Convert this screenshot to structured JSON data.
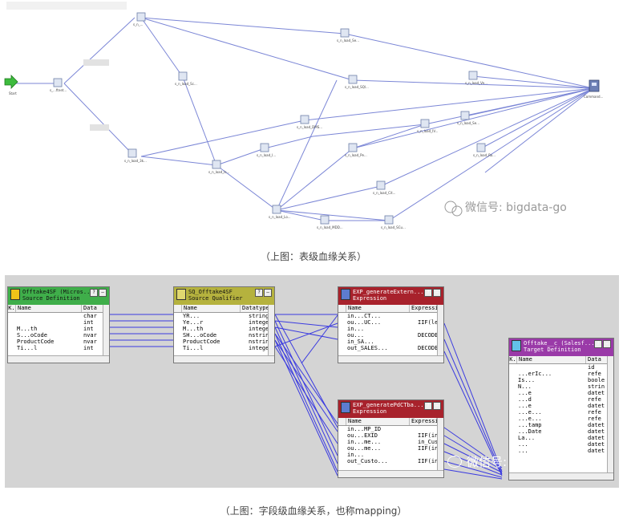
{
  "table_lineage": {
    "start_label": "Start",
    "end_label": "Command...",
    "nodes": [
      "s_...ftnet...",
      "s_n_...",
      "s_n_load_Sc...",
      "s_n_load_Se...",
      "s_n_load_SQl...",
      "s_n_load_DMS...",
      "s_n_load_3k...",
      "s_n_load_Is...",
      "s_n_load_Lo...",
      "s_n_load_Pe...",
      "s_n_load_IV...",
      "s_n_load_Cit...",
      "s_n_load_SCu...",
      "s_n_load_MDD...",
      "s_n_load_I...",
      "s_n_load_Ve...",
      "s_n_load_Se...",
      "s_n_load_Ro..."
    ],
    "watermark": "微信号: bigdata-go",
    "caption": "（上图：表级血缘关系）"
  },
  "field_lineage": {
    "source_definition": {
      "title_line1": "Offtake4SF (Micros...",
      "title_line2": "Source Definition",
      "columns": [
        "K.",
        "Name",
        "Data"
      ],
      "rows": [
        {
          "key": "",
          "name": "",
          "type": "char"
        },
        {
          "key": "",
          "name": "",
          "type": "int"
        },
        {
          "key": "",
          "name": "M...th",
          "type": "int"
        },
        {
          "key": "",
          "name": "S...oCode",
          "type": "nvar"
        },
        {
          "key": "",
          "name": "ProductCode",
          "type": "nvar"
        },
        {
          "key": "",
          "name": "Ti...l",
          "type": "int"
        }
      ]
    },
    "source_qualifier": {
      "title_line1": "SQ_Offtake4SF",
      "title_line2": "Source Qualifier",
      "columns": [
        "",
        "Name",
        "Datatype"
      ],
      "rows": [
        {
          "name": "YR...",
          "type": "string"
        },
        {
          "name": "Ye...r",
          "type": "integer"
        },
        {
          "name": "M...th",
          "type": "integer"
        },
        {
          "name": "SH...oCode",
          "type": "nstring"
        },
        {
          "name": "ProductCode",
          "type": "nstring"
        },
        {
          "name": "Ti...l",
          "type": "integer"
        }
      ]
    },
    "expression_1": {
      "title_line1": "EXP_generateExtern...",
      "title_line2": "Expression",
      "columns": [
        "",
        "Name",
        "Expressi"
      ],
      "rows": [
        {
          "name": "in...CT...",
          "type": ""
        },
        {
          "name": "ou...UC...",
          "type": "IIF(len("
        },
        {
          "name": "in...",
          "type": ""
        },
        {
          "name": "ou...",
          "type": "DECODE(("
        },
        {
          "name": "in_SA...",
          "type": ""
        },
        {
          "name": "out_SALES...",
          "type": "DECODE(("
        }
      ]
    },
    "expression_2": {
      "title_line1": "EXP_generatePdCTba...",
      "title_line2": "Expression",
      "columns": [
        "",
        "Name",
        "Expressi"
      ],
      "rows": [
        {
          "name": "in...MP_ID",
          "type": ""
        },
        {
          "name": "ou...EXID",
          "type": "IIF(in_("
        },
        {
          "name": "in...me...",
          "type": "in_Custo"
        },
        {
          "name": "ou...me...",
          "type": "IIF(in_("
        },
        {
          "name": "in...",
          "type": ""
        },
        {
          "name": "out_Custo...",
          "type": "IIF(in_("
        }
      ]
    },
    "target_definition": {
      "title_line1": "Offtake__c (Salesf...",
      "title_line2": "Target Definition",
      "columns": [
        "K.",
        "Name",
        "Data"
      ],
      "rows": [
        {
          "name": "",
          "type": "id"
        },
        {
          "name": "...erIc...",
          "type": "refe"
        },
        {
          "name": "Is...",
          "type": "boole"
        },
        {
          "name": "N...",
          "type": "strin"
        },
        {
          "name": "...e",
          "type": "datet"
        },
        {
          "name": "...d",
          "type": "refe"
        },
        {
          "name": "...e",
          "type": "datet"
        },
        {
          "name": "...e...",
          "type": "refe"
        },
        {
          "name": "...e...",
          "type": "refe"
        },
        {
          "name": "...tamp",
          "type": "datet"
        },
        {
          "name": "...Date",
          "type": "datet"
        },
        {
          "name": "La...",
          "type": "datet"
        },
        {
          "name": "...",
          "type": "datet"
        },
        {
          "name": "...",
          "type": "datet"
        }
      ]
    },
    "watermark": "微信号: bigdata-go",
    "caption": "（上图：字段级血缘关系，也称mapping）"
  },
  "colors": {
    "edge": "#7b86d6",
    "link": "#3a3ae0",
    "source_header": "#3fae4a",
    "qualifier_header": "#b5b23e",
    "expression_header": "#a8222c",
    "target_header": "#9a3aa8",
    "canvas": "#d4d4d4"
  }
}
